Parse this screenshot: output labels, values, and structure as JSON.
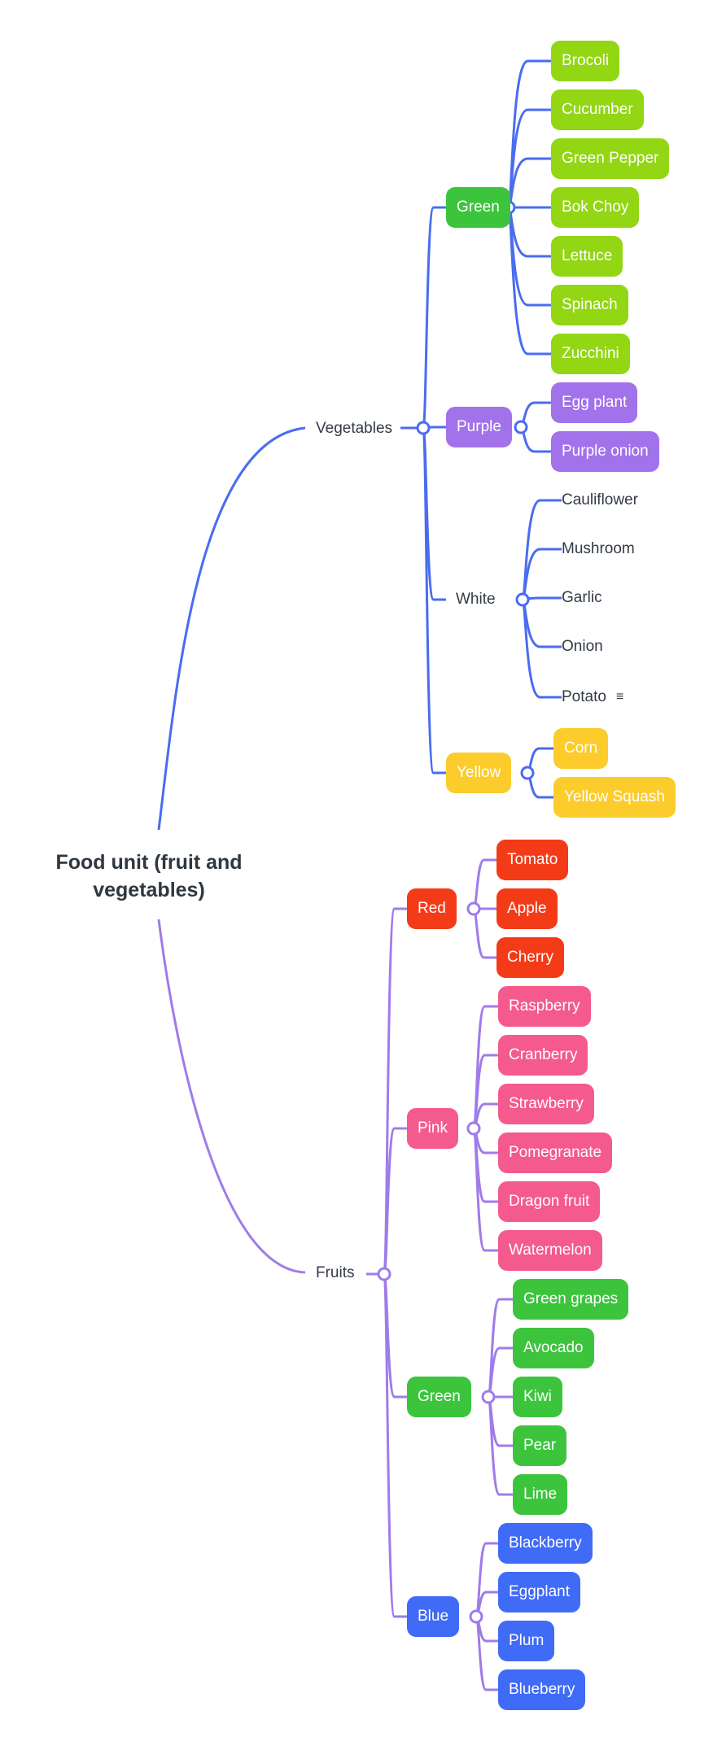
{
  "colors": {
    "veg_line": "#4a6cf0",
    "fruit_line": "#a07bea",
    "veg_green": "#3dc43d",
    "veg_green_leaf": "#92d614",
    "purple": "#a272eb",
    "yellow": "#fbcc2b",
    "red": "#f43b18",
    "pink": "#f45a8d",
    "fruit_green": "#3dc43d",
    "blue": "#406bf7"
  },
  "root": {
    "line1": "Food unit (fruit and",
    "line2": "vegetables)"
  },
  "vegetables": {
    "label": "Vegetables",
    "groups": [
      {
        "label": "Green",
        "items": [
          "Brocoli",
          "Cucumber",
          "Green Pepper",
          "Bok Choy",
          "Lettuce",
          "Spinach",
          "Zucchini"
        ]
      },
      {
        "label": "Purple",
        "items": [
          "Egg plant",
          "Purple onion"
        ]
      },
      {
        "label": "White",
        "items": [
          "Cauliflower",
          "Mushroom",
          "Garlic",
          "Onion",
          "Potato"
        ]
      },
      {
        "label": "Yellow",
        "items": [
          "Corn",
          "Yellow Squash"
        ]
      }
    ]
  },
  "fruits": {
    "label": "Fruits",
    "groups": [
      {
        "label": "Red",
        "items": [
          "Tomato",
          "Apple",
          "Cherry"
        ]
      },
      {
        "label": "Pink",
        "items": [
          "Raspberry",
          "Cranberry",
          "Strawberry",
          "Pomegranate",
          "Dragon fruit",
          "Watermelon"
        ]
      },
      {
        "label": "Green",
        "items": [
          "Green grapes",
          "Avocado",
          "Kiwi",
          "Pear",
          "Lime"
        ]
      },
      {
        "label": "Blue",
        "items": [
          "Blackberry",
          "Eggplant",
          "Plum",
          "Blueberry"
        ]
      }
    ]
  },
  "icons": {
    "potato_note": "note-icon"
  }
}
